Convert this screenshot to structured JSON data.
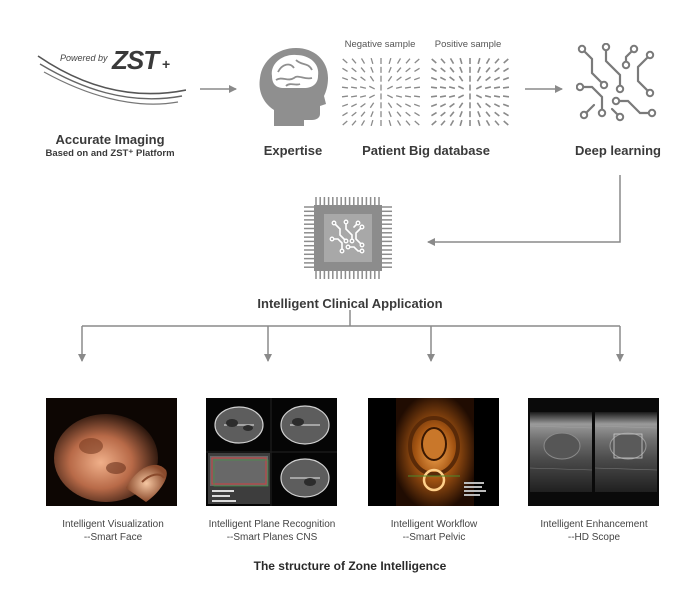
{
  "brand": {
    "powered_by": "Powered by",
    "name": "ZST",
    "plus": "+"
  },
  "top": {
    "imaging_title": "Accurate Imaging",
    "imaging_sub": "Based on and ZST⁺ Platform",
    "expertise": "Expertise",
    "negative_sample": "Negative sample",
    "positive_sample": "Positive sample",
    "database": "Patient Big database",
    "deep_learning": "Deep learning"
  },
  "chip_label": "Intelligent Clinical Application",
  "apps": [
    {
      "line1": "Intelligent Visualization",
      "line2": "--Smart Face"
    },
    {
      "line1": "Intelligent Plane Recognition",
      "line2": "--Smart Planes CNS"
    },
    {
      "line1": "Intelligent Workflow",
      "line2": "--Smart Pelvic"
    },
    {
      "line1": "Intelligent Enhancement",
      "line2": "--HD Scope"
    }
  ],
  "caption": "The structure of Zone Intelligence",
  "colors": {
    "arrow": "#8a8a8a",
    "text": "#3a3a3a",
    "chip": "#8c8c8c"
  }
}
